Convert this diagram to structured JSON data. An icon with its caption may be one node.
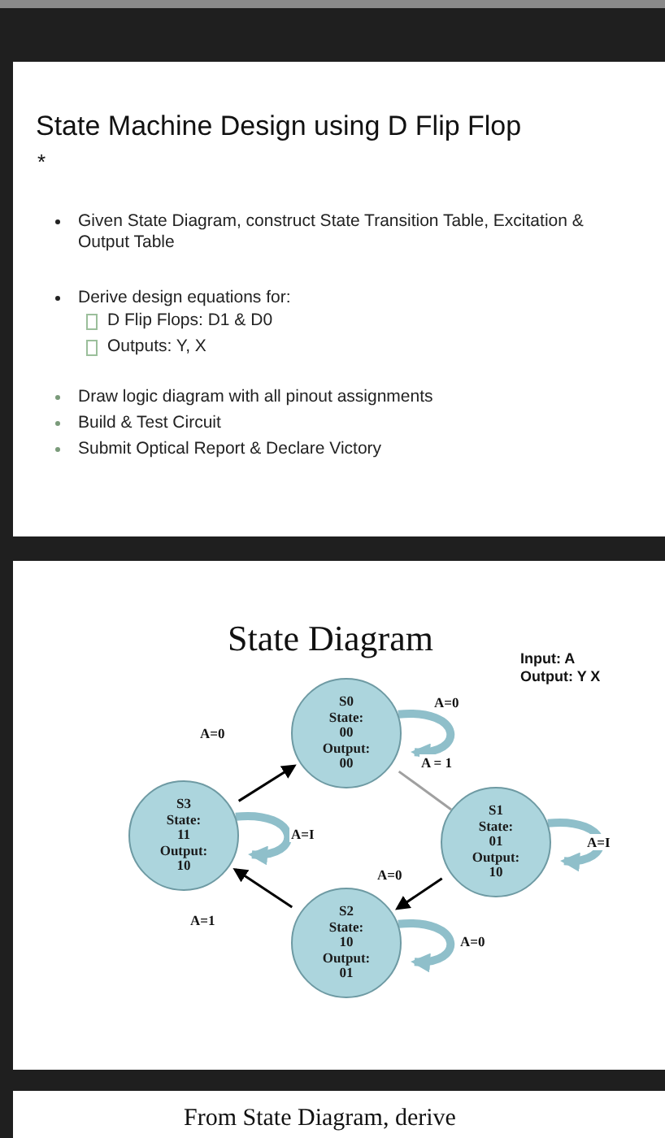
{
  "diagram": {
    "title": "State Machine Design using D Flip Flop",
    "nodes": [
      {
        "text": [
          "S0",
          "State: 00",
          "Output: 00"
        ]
      },
      {
        "text": [
          "S1",
          "State: 01",
          "Output: 10"
        ]
      },
      {
        "text": [
          "S2",
          "State: 10",
          "Output: 01"
        ]
      },
      {
        "text": [
          "S3",
          "State: 11",
          "Output: 10"
        ]
      }
    ],
    "edges": [
      {
        "from": 0,
        "to": 0,
        "arrow": "to",
        "label": "A=0",
        "style": "thick",
        "color": "#8fbfca"
      },
      {
        "from": 0,
        "to": 1,
        "arrow": "none",
        "label": "A = 1",
        "color": "#a0a0a0"
      },
      {
        "from": 1,
        "to": 1,
        "arrow": "to",
        "label": "A=I",
        "style": "thick",
        "color": "#8fbfca"
      },
      {
        "from": 1,
        "to": 2,
        "arrow": "to",
        "label": "A=0",
        "color": "#000000"
      },
      {
        "from": 2,
        "to": 2,
        "arrow": "to",
        "label": "A=0",
        "style": "thick",
        "color": "#8fbfca"
      },
      {
        "from": 2,
        "to": 3,
        "arrow": "to",
        "label": "A=1",
        "color": "#000000"
      },
      {
        "from": 3,
        "to": 3,
        "arrow": "to",
        "label": "A=I",
        "style": "thick",
        "color": "#8fbfca"
      },
      {
        "from": 3,
        "to": 0,
        "arrow": "to",
        "label": "A=0",
        "color": "#000000"
      }
    ],
    "labels": [
      "*",
      "Given State Diagram, construct State Transition Table, Excitation & Output Table",
      "Derive design equations for:",
      "D Flip Flops: D1 & D0",
      "Outputs: Y, X",
      "Draw logic diagram with all pinout assignments",
      "Build & Test Circuit",
      "Submit Optical Report & Declare Victory",
      "State Diagram",
      "Input: A",
      "Output: Y X",
      "From State Diagram, derive"
    ]
  }
}
